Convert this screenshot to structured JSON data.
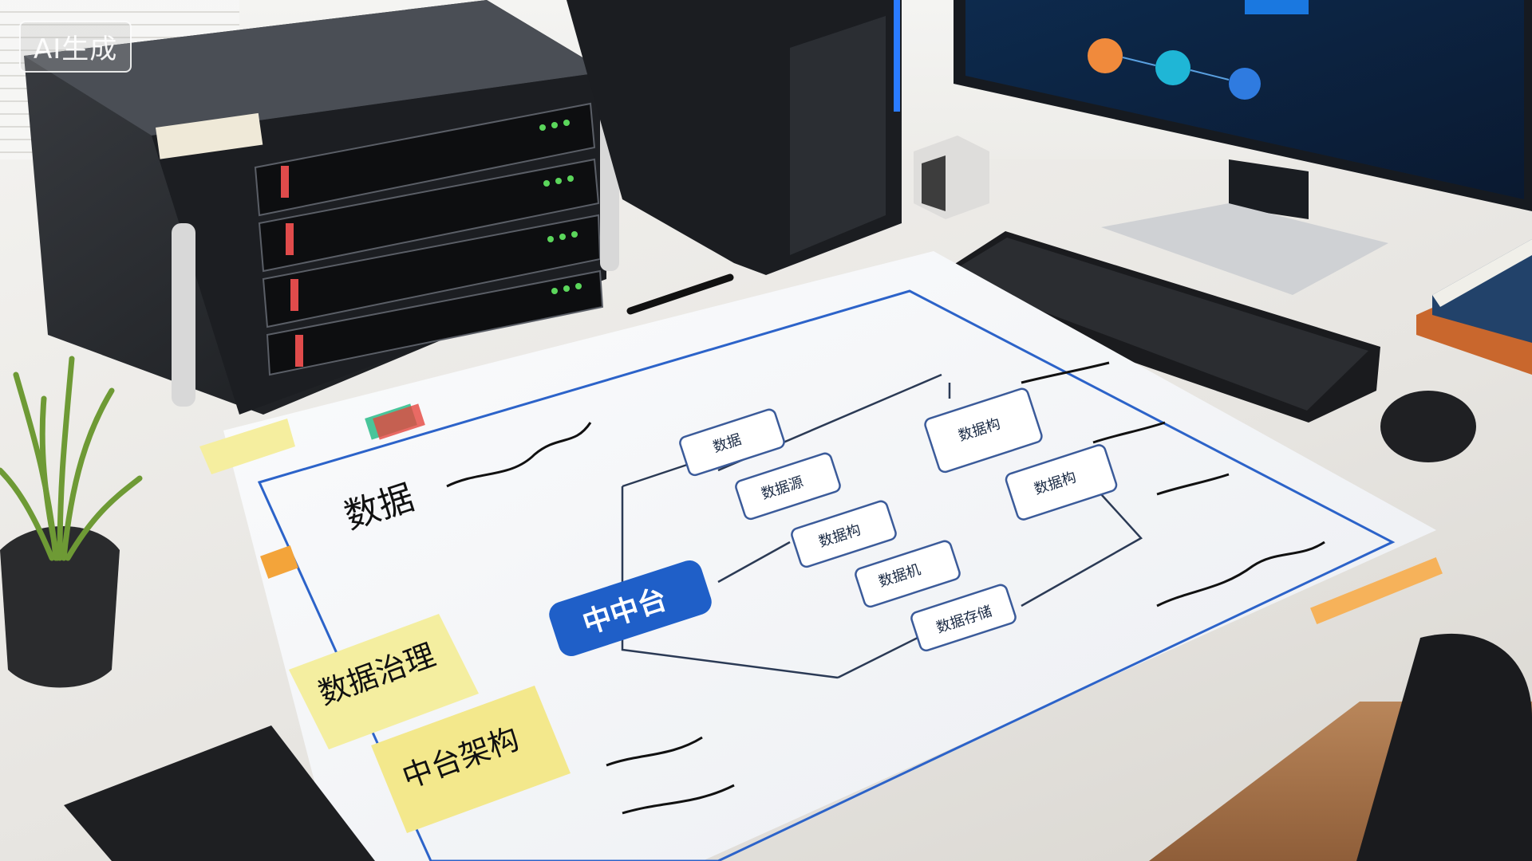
{
  "watermark": "AI生成",
  "diagram": {
    "title": "数据",
    "hub_label": "中中台",
    "nodes": [
      "数据",
      "数据源",
      "数据构",
      "数据机",
      "数据存储",
      "数据构",
      "数据构"
    ]
  },
  "sticky_notes": {
    "note_1": "数据治理",
    "note_2": "中台架构"
  },
  "colors": {
    "hub_blue": "#1f5fc8",
    "sticky_yellow": "#f4eea0",
    "paper": "#f8f9fb",
    "diagram_line": "#2b3a55"
  }
}
